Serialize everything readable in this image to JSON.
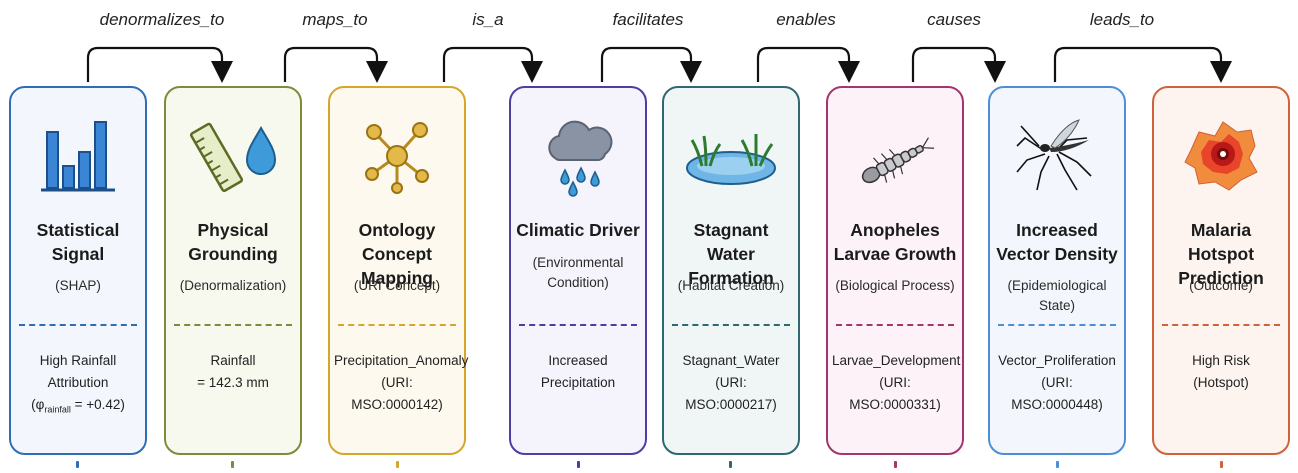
{
  "edges": [
    {
      "label": "denormalizes_to"
    },
    {
      "label": "maps_to"
    },
    {
      "label": "is_a"
    },
    {
      "label": "facilitates"
    },
    {
      "label": "enables"
    },
    {
      "label": "causes"
    },
    {
      "label": "leads_to"
    }
  ],
  "nodes": [
    {
      "title": "Statistical Signal",
      "subtitle": "(SHAP)",
      "value_line1": "High Rainfall",
      "value_line2": "Attribution",
      "value_line3_pre": "(φ",
      "value_line3_sub": "rainfall",
      "value_line3_post": " = +0.42)",
      "border": "#2f6eb3",
      "bg": "#f3f7fd",
      "icon": "bar-chart-icon"
    },
    {
      "title": "Physical Grounding",
      "subtitle": "(Denormalization)",
      "value_line1": "Rainfall",
      "value_line2": "= 142.3 mm",
      "border": "#7d8b3a",
      "bg": "#f7f9ef",
      "icon": "ruler-water-drop-icon"
    },
    {
      "title": "Ontology Concept Mapping",
      "subtitle": "(URI Concept)",
      "value_line1": "Precipitation_Anomaly",
      "value_line2": "(URI: MSO:0000142)",
      "border": "#d4a72c",
      "bg": "#fdf9ee",
      "icon": "concept-graph-icon"
    },
    {
      "title": "Climatic Driver",
      "subtitle_line1": "(Environmental",
      "subtitle_line2": "Condition)",
      "value_line1": "Increased",
      "value_line2": "Precipitation",
      "border": "#4a3fa3",
      "bg": "#f5f3fc",
      "icon": "rain-cloud-icon"
    },
    {
      "title": "Stagnant Water Formation",
      "subtitle": "(Habitat Creation)",
      "value_line1": "Stagnant_Water",
      "value_line2": "(URI: MSO:0000217)",
      "border": "#2e6870",
      "bg": "#f0f6f6",
      "icon": "pond-icon"
    },
    {
      "title": "Anopheles Larvae Growth",
      "subtitle": "(Biological Process)",
      "value_line1": "Larvae_Development",
      "value_line2": "(URI: MSO:0000331)",
      "border": "#a3356f",
      "bg": "#fcf2f7",
      "icon": "larva-icon"
    },
    {
      "title": "Increased Vector Density",
      "subtitle": "(Epidemiological State)",
      "value_line1": "Vector_Proliferation",
      "value_line2": "(URI: MSO:0000448)",
      "border": "#4d8fd6",
      "bg": "#f3f7fd",
      "icon": "mosquito-icon"
    },
    {
      "title": "Malaria Hotspot Prediction",
      "subtitle": "(Outcome)",
      "value_line1": "High Risk",
      "value_line2": "(Hotspot)",
      "border": "#d0613a",
      "bg": "#fdf4f0",
      "icon": "heatmap-hotspot-icon"
    }
  ]
}
